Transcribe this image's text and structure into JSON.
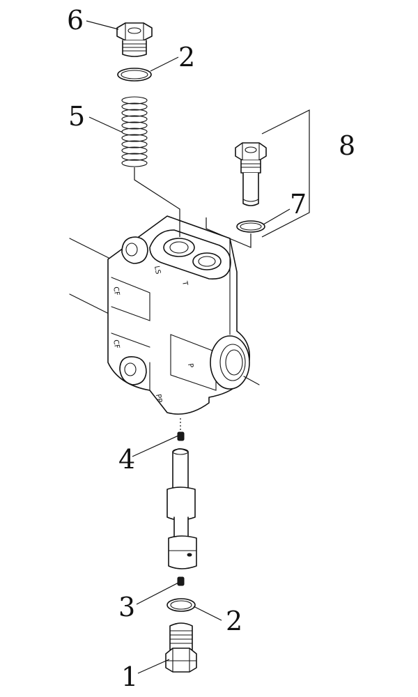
{
  "callouts": {
    "c1": "1",
    "c2_top": "2",
    "c2_bottom": "2",
    "c3": "3",
    "c4": "4",
    "c5": "5",
    "c6": "6",
    "c7": "7",
    "c8": "8"
  },
  "ports": {
    "ls": "LS",
    "t": "T",
    "cf_upper": "CF",
    "cf_lower": "CF",
    "p": "P",
    "pp": "PP"
  }
}
